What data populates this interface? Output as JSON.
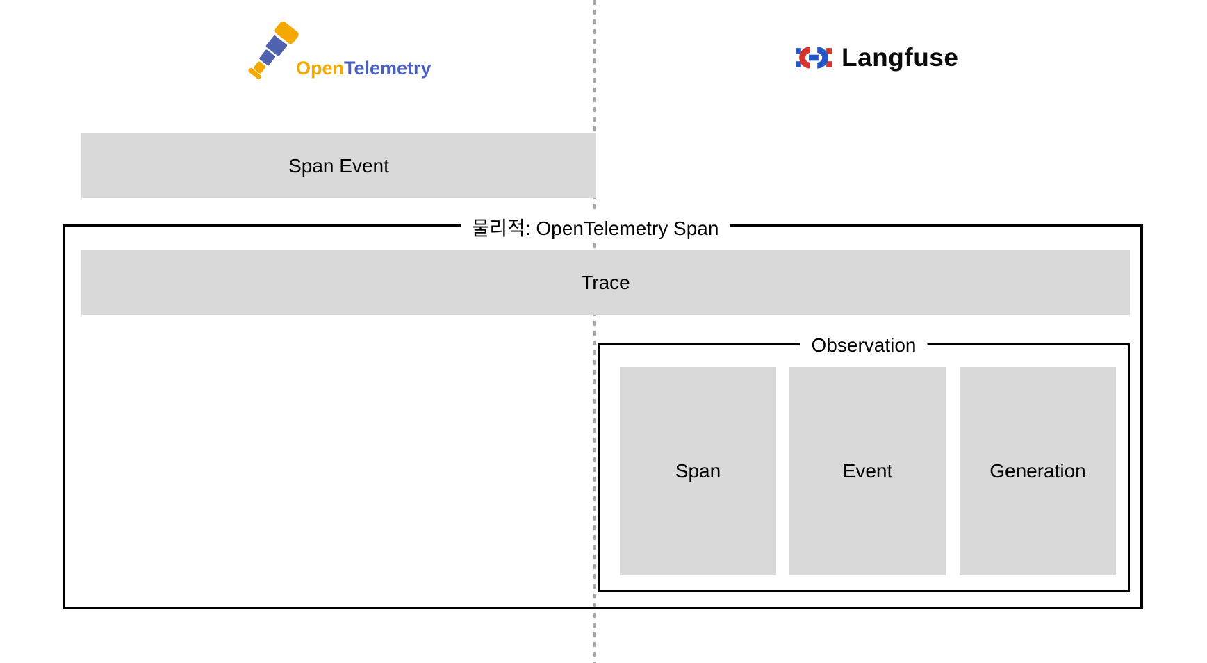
{
  "header": {
    "opentelemetry": {
      "name": "OpenTelemetry logo",
      "text_open": "Open",
      "text_telemetry": "Telemetry"
    },
    "langfuse": {
      "label": "Langfuse"
    }
  },
  "diagram": {
    "span_event_label": "Span Event",
    "outer_group_label": "물리적: OpenTelemetry Span",
    "trace_label": "Trace",
    "observation": {
      "label": "Observation",
      "items": [
        "Span",
        "Event",
        "Generation"
      ]
    }
  },
  "colors": {
    "box_fill": "#d9d9d9",
    "border": "#000000",
    "divider_dash": "#a8a8a8",
    "ot_orange": "#f5a800",
    "ot_blue": "#4a5fc1",
    "langfuse_red": "#d3342b",
    "langfuse_blue": "#2457c5",
    "langfuse_text": "#0a0a0a"
  }
}
